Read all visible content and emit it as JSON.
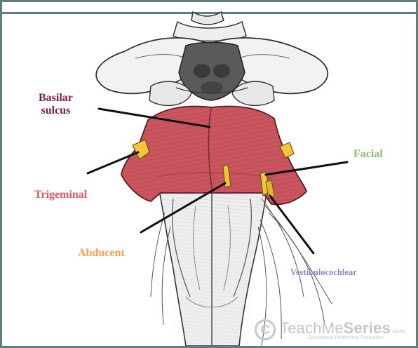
{
  "labels": {
    "basilar_line1": "Basilar",
    "basilar_line2": "sulcus",
    "facial": "Facial",
    "trigeminal": "Trigeminal",
    "abducent": "Abducent",
    "vestibulocochlear": "Vestibulocochlear"
  },
  "watermark": {
    "logo_glyph": "C",
    "brand_prefix": "TeachMe",
    "brand_bold": "Series",
    "brand_domain": ".com",
    "tagline": "Educational Healthcare Resources"
  },
  "colors": {
    "frame": "#5f7f7b",
    "pons": "#c9555f",
    "nerve_root": "#f2c53d",
    "basilar_label": "#7a1f4a",
    "facial_label": "#8fbc72",
    "trigeminal_label": "#d95f5f",
    "abducent_label": "#f0a35a",
    "vestibulocochlear_label": "#8f83c9"
  }
}
